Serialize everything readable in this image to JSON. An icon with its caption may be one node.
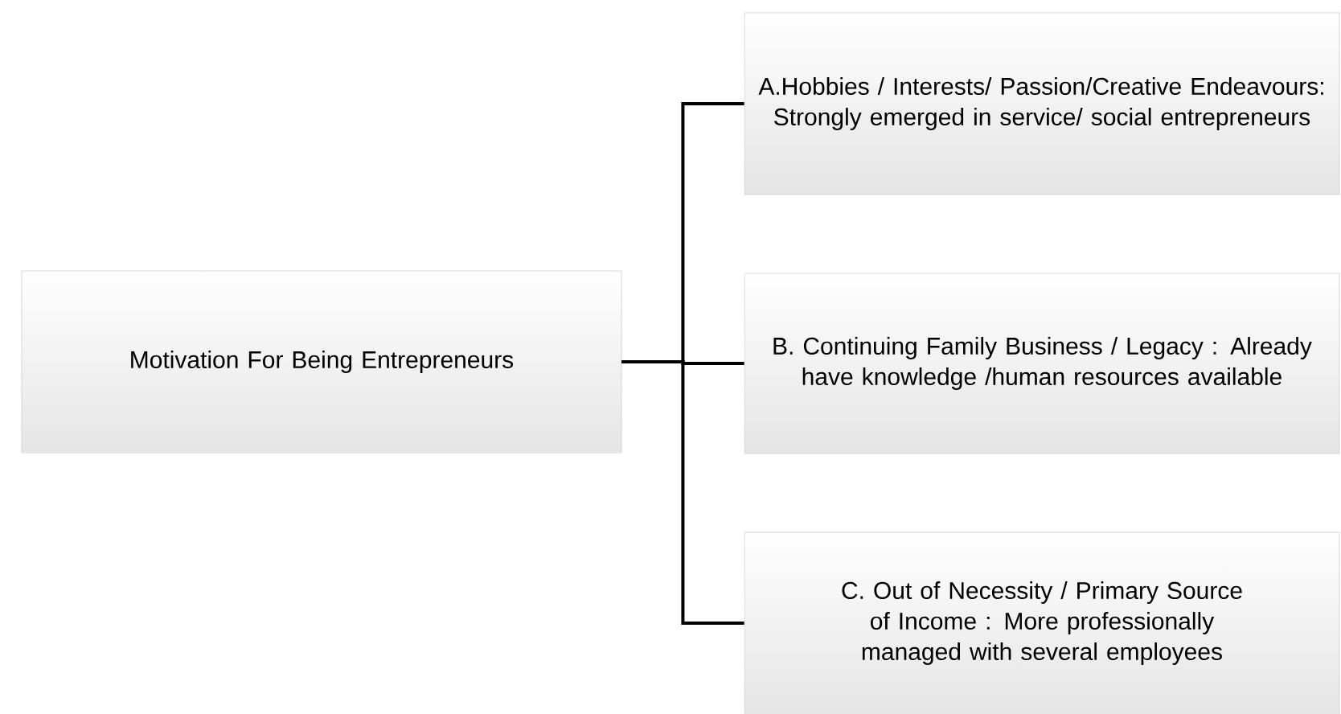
{
  "diagram": {
    "nodes": [
      {
        "text": [
          "Motivation For Being Entrepreneurs"
        ]
      },
      {
        "text": [
          "A.Hobbies / Interests/ Passion/Creative Endeavours: Strongly emerged in service/ social entrepreneurs"
        ]
      },
      {
        "text": [
          "B. Continuing Family Business / Legacy : Already have knowledge /human resources available"
        ]
      },
      {
        "text": [
          "C. Out of Necessity / Primary Source of Income : More professionally managed with several employees"
        ]
      }
    ],
    "edges": [
      {
        "from": 0,
        "to": 1,
        "arrow": "none"
      },
      {
        "from": 0,
        "to": 2,
        "arrow": "none"
      },
      {
        "from": 0,
        "to": 3,
        "arrow": "none"
      }
    ]
  }
}
